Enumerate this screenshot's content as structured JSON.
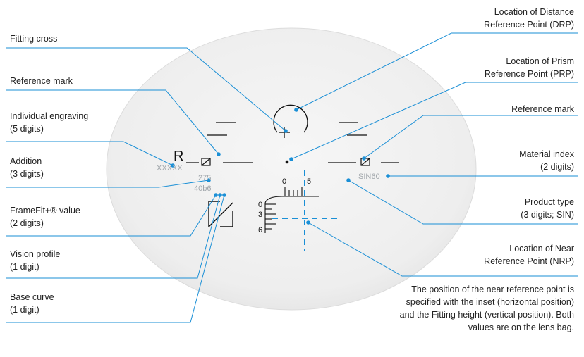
{
  "labels_left": [
    {
      "id": "fitting-cross",
      "lines": [
        "Fitting cross"
      ]
    },
    {
      "id": "reference-mark-left",
      "lines": [
        "Reference mark"
      ]
    },
    {
      "id": "individual-engraving",
      "lines": [
        "Individual engraving",
        "(5 digits)"
      ]
    },
    {
      "id": "addition",
      "lines": [
        "Addition",
        "(3 digits)"
      ]
    },
    {
      "id": "framefit-value",
      "lines": [
        "FrameFit+® value",
        "(2 digits)"
      ]
    },
    {
      "id": "vision-profile",
      "lines": [
        "Vision profile",
        "(1 digit)"
      ]
    },
    {
      "id": "base-curve",
      "lines": [
        "Base curve",
        "(1 digit)"
      ]
    }
  ],
  "labels_right": [
    {
      "id": "distance-reference-point",
      "lines": [
        "Location of Distance",
        "Reference Point (DRP)"
      ]
    },
    {
      "id": "prism-reference-point",
      "lines": [
        "Location of Prism",
        "Reference Point (PRP)"
      ]
    },
    {
      "id": "reference-mark-right",
      "lines": [
        "Reference mark"
      ]
    },
    {
      "id": "material-index",
      "lines": [
        "Material index",
        "(2 digits)"
      ]
    },
    {
      "id": "product-type",
      "lines": [
        "Product type",
        "(3 digits; SIN)"
      ]
    },
    {
      "id": "near-reference-point",
      "lines": [
        "Location of Near",
        "Reference Point (NRP)"
      ]
    }
  ],
  "note": "The position of the near reference point is specified with the inset (horizontal position) and the Fitting height (vertical position). Both values are on the lens bag.",
  "lens_engravings": {
    "side_letter": "R",
    "individual_engraving": "XXXXX",
    "addition": "275",
    "base_vision": "40b6",
    "material": "SIN60",
    "scale_top_left": "0",
    "scale_top_right": "5",
    "scale_left_values": [
      "0",
      "3",
      "6"
    ]
  },
  "colors": {
    "leader": "#1a8fd6",
    "dashed": "#1a8fd6",
    "engraving_grey": "#9aa0a6",
    "lens_fill": "#ececec"
  }
}
